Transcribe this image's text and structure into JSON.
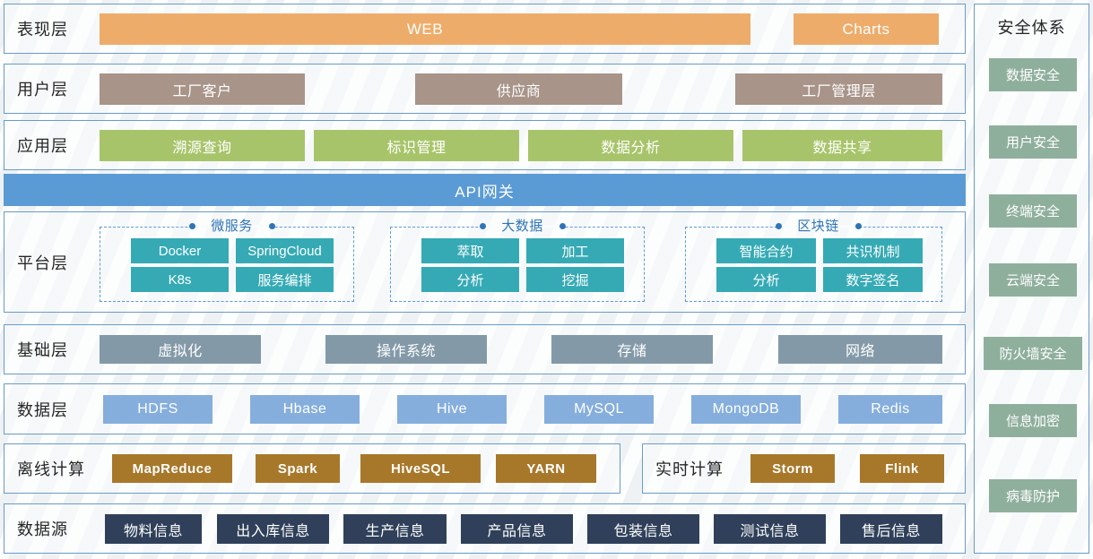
{
  "colors": {
    "frame_border": "#6b9bc7",
    "presentation": "#eeac6b",
    "user": "#a89489",
    "application": "#a8c46a",
    "api_gateway": "#5b9bd5",
    "platform_block": "#35aab5",
    "platform_dash": "#5b9bd5",
    "platform_title": "#2e75b6",
    "infrastructure": "#8399a8",
    "data_layer": "#85aedd",
    "compute": "#a8782a",
    "datasource": "#30405a",
    "security": "#8faf9d",
    "label_text": "#262626"
  },
  "layers": [
    {
      "id": "presentation",
      "label": "表现层",
      "blocks": [
        {
          "text": "WEB"
        },
        {
          "text": "Charts"
        }
      ]
    },
    {
      "id": "user",
      "label": "用户层",
      "blocks": [
        {
          "text": "工厂客户"
        },
        {
          "text": "供应商"
        },
        {
          "text": "工厂管理层"
        }
      ]
    },
    {
      "id": "application",
      "label": "应用层",
      "blocks": [
        {
          "text": "溯源查询"
        },
        {
          "text": "标识管理"
        },
        {
          "text": "数据分析"
        },
        {
          "text": "数据共享"
        }
      ]
    }
  ],
  "api_gateway": {
    "label": "API网关"
  },
  "platform": {
    "label": "平台层",
    "groups": [
      {
        "title": "微服务",
        "blocks": [
          "Docker",
          "SpringCloud",
          "K8s",
          "服务编排"
        ]
      },
      {
        "title": "大数据",
        "blocks": [
          "萃取",
          "加工",
          "分析",
          "挖掘"
        ]
      },
      {
        "title": "区块链",
        "blocks": [
          "智能合约",
          "共识机制",
          "分析",
          "数字签名"
        ]
      }
    ]
  },
  "infrastructure": {
    "label": "基础层",
    "blocks": [
      "虚拟化",
      "操作系统",
      "存储",
      "网络"
    ]
  },
  "data_layer": {
    "label": "数据层",
    "blocks": [
      "HDFS",
      "Hbase",
      "Hive",
      "MySQL",
      "MongoDB",
      "Redis"
    ]
  },
  "offline_compute": {
    "label": "离线计算",
    "blocks": [
      "MapReduce",
      "Spark",
      "HiveSQL",
      "YARN"
    ]
  },
  "realtime_compute": {
    "label": "实时计算",
    "blocks": [
      "Storm",
      "Flink"
    ]
  },
  "datasource": {
    "label": "数据源",
    "blocks": [
      "物料信息",
      "出入库信息",
      "生产信息",
      "产品信息",
      "包装信息",
      "测试信息",
      "售后信息"
    ]
  },
  "security": {
    "title": "安全体系",
    "items": [
      "数据安全",
      "用户安全",
      "终端安全",
      "云端安全",
      "防火墙安全",
      "信息加密",
      "病毒防护"
    ]
  }
}
